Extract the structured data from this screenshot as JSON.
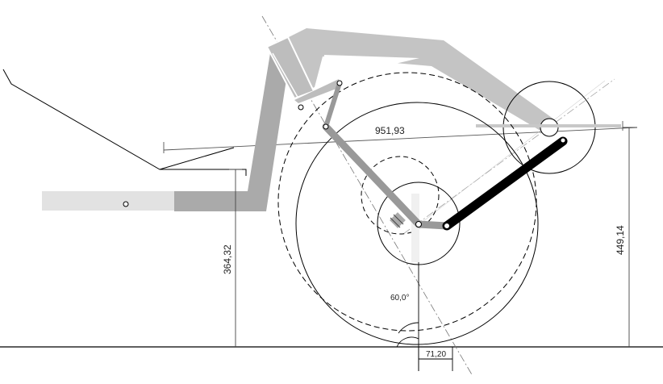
{
  "dimensions": {
    "wheelbase": "951,93",
    "seat_height": "364,32",
    "rear_height": "449,14",
    "trail": "71,20"
  },
  "angles": {
    "head_angle": "60,0°"
  },
  "colors": {
    "frame_light": "#c8c8c8",
    "frame_mid": "#a8a8a8",
    "crank": "#000000",
    "link": "#999999"
  }
}
